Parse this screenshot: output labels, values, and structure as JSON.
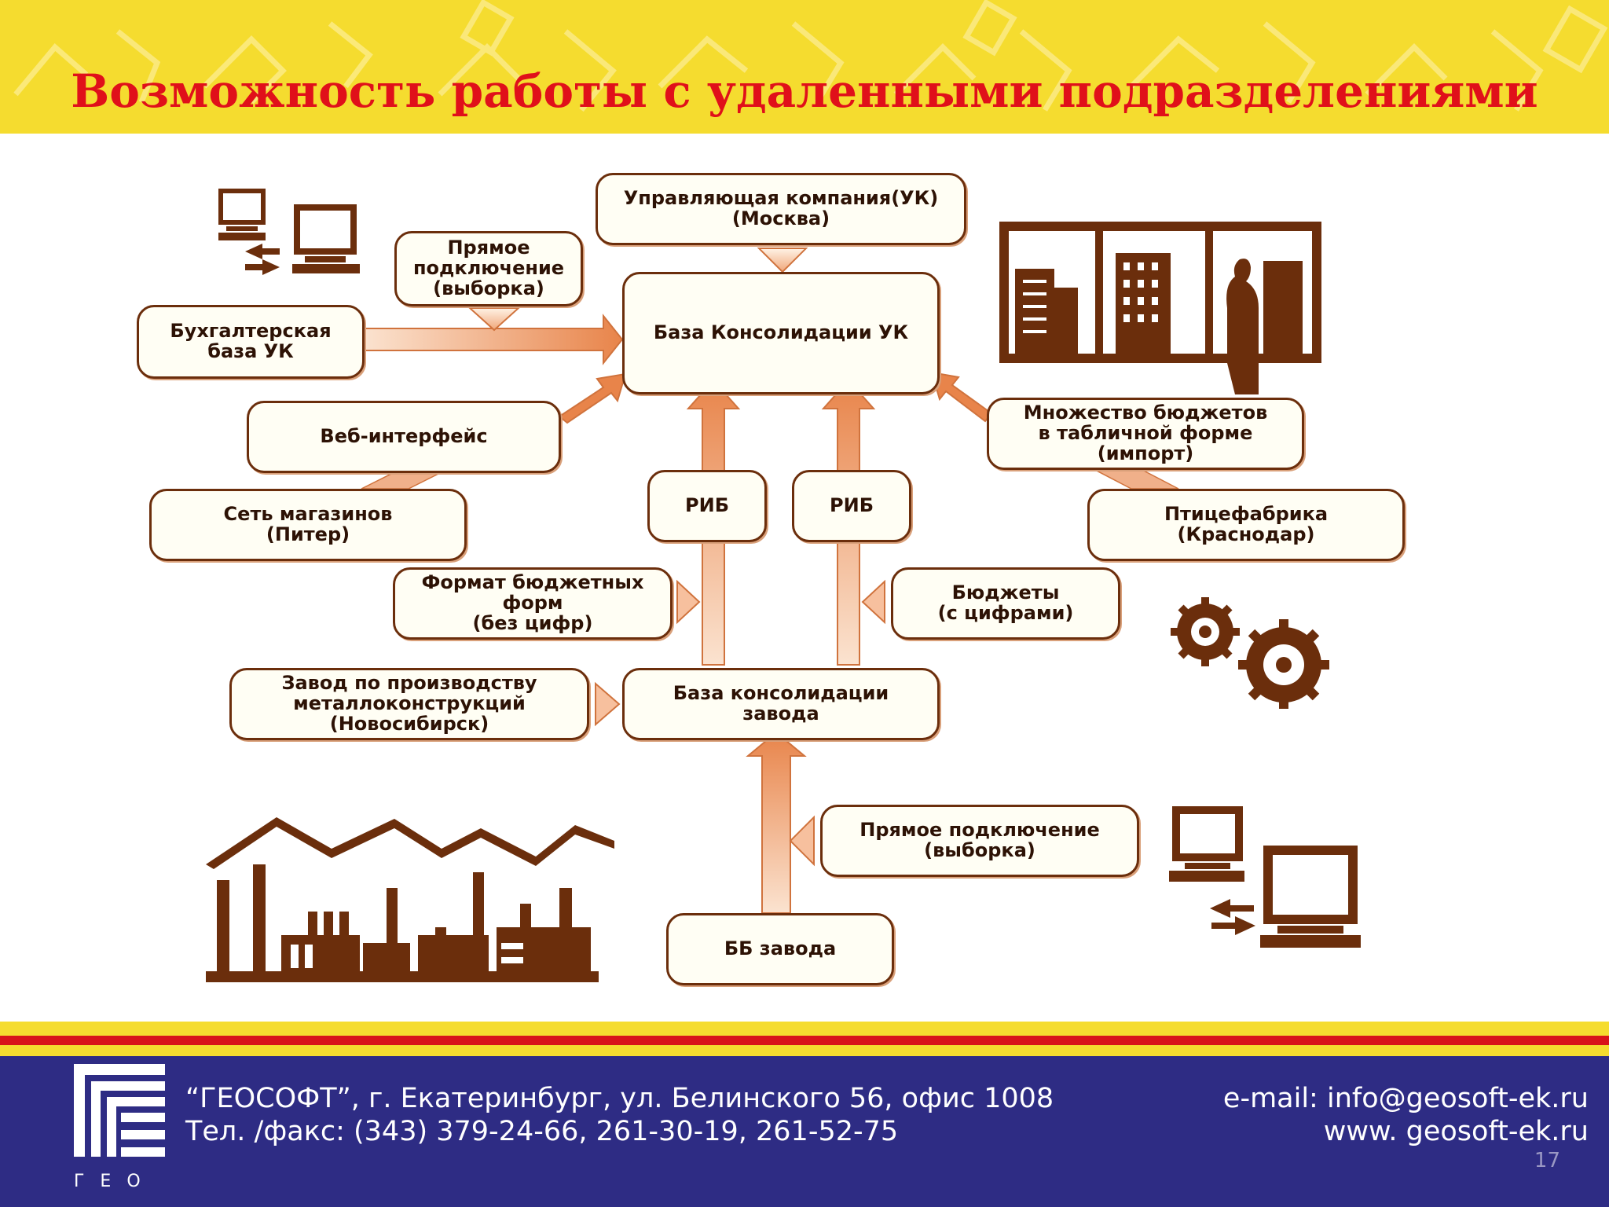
{
  "slide": {
    "title": "Возможность работы с удаленными подразделениями",
    "colors": {
      "header": "#f5dc2f",
      "title": "#e0101a",
      "footer": "#2e2c84",
      "stripe": "#d8131a",
      "diagram": "#6b2e0c",
      "arrow": "#e8844a"
    }
  },
  "diagram": {
    "uk": "Управляющая компания(УК)\n(Москва)",
    "direct1": "Прямое\nподключение\n(выборка)",
    "accounting": "Бухгалтерская\nбаза УК",
    "consolidation_uk": "База Консолидации УК",
    "web": "Веб-интерфейс",
    "budgets_import": "Множество бюджетов\nв табличной форме\n(импорт)",
    "shops": "Сеть магазинов\n(Питер)",
    "rib_left": "РИБ",
    "rib_right": "РИБ",
    "poultry": "Птицефабрика\n(Краснодар)",
    "format": "Формат бюджетных\nформ\n(без цифр)",
    "budgets_digits": "Бюджеты\n(с цифрами)",
    "plant": "Завод по производству\nметаллоконструкций\n(Новосибирск)",
    "consolidation_plant": "База консолидации\nзавода",
    "direct2": "Прямое подключение\n(выборка)",
    "bb_plant": "ББ завода",
    "icons": [
      "computers-icon",
      "city-window-icon",
      "gears-icon",
      "factory-icon"
    ]
  },
  "footer": {
    "address": "“ГЕОСОФТ”, г. Екатеринбург, ул. Белинского 56, офис 1008",
    "phone": "Тел. /факс: (343)  379-24-66, 261-30-19, 261-52-75",
    "email": "e-mail: info@geosoft-ek.ru",
    "www": "www. geosoft-ek.ru",
    "logo_text": "ГЕО",
    "page_number": "17"
  }
}
